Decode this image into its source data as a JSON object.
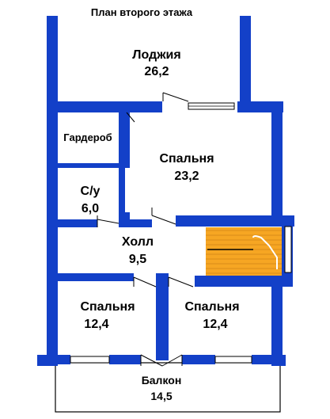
{
  "plan_title": "План второго этажа",
  "rooms": {
    "loggia": {
      "name": "Лоджия",
      "area": "26,2"
    },
    "wardrobe": {
      "name": "Гардероб"
    },
    "bedroom_main": {
      "name": "Спальня",
      "area": "23,2"
    },
    "bathroom": {
      "name": "С/у",
      "area": "6,0"
    },
    "hall": {
      "name": "Холл",
      "area": "9,5"
    },
    "bedroom_left": {
      "name": "Спальня",
      "area": "12,4"
    },
    "bedroom_right": {
      "name": "Спальня",
      "area": "12,4"
    },
    "balcony": {
      "name": "Балкон",
      "area": "14,5"
    }
  },
  "colors": {
    "wall": "#1340c8",
    "wall_stroke": "#0a2a98",
    "stair_fill": "#f6a623",
    "floor": "#ffffff"
  }
}
